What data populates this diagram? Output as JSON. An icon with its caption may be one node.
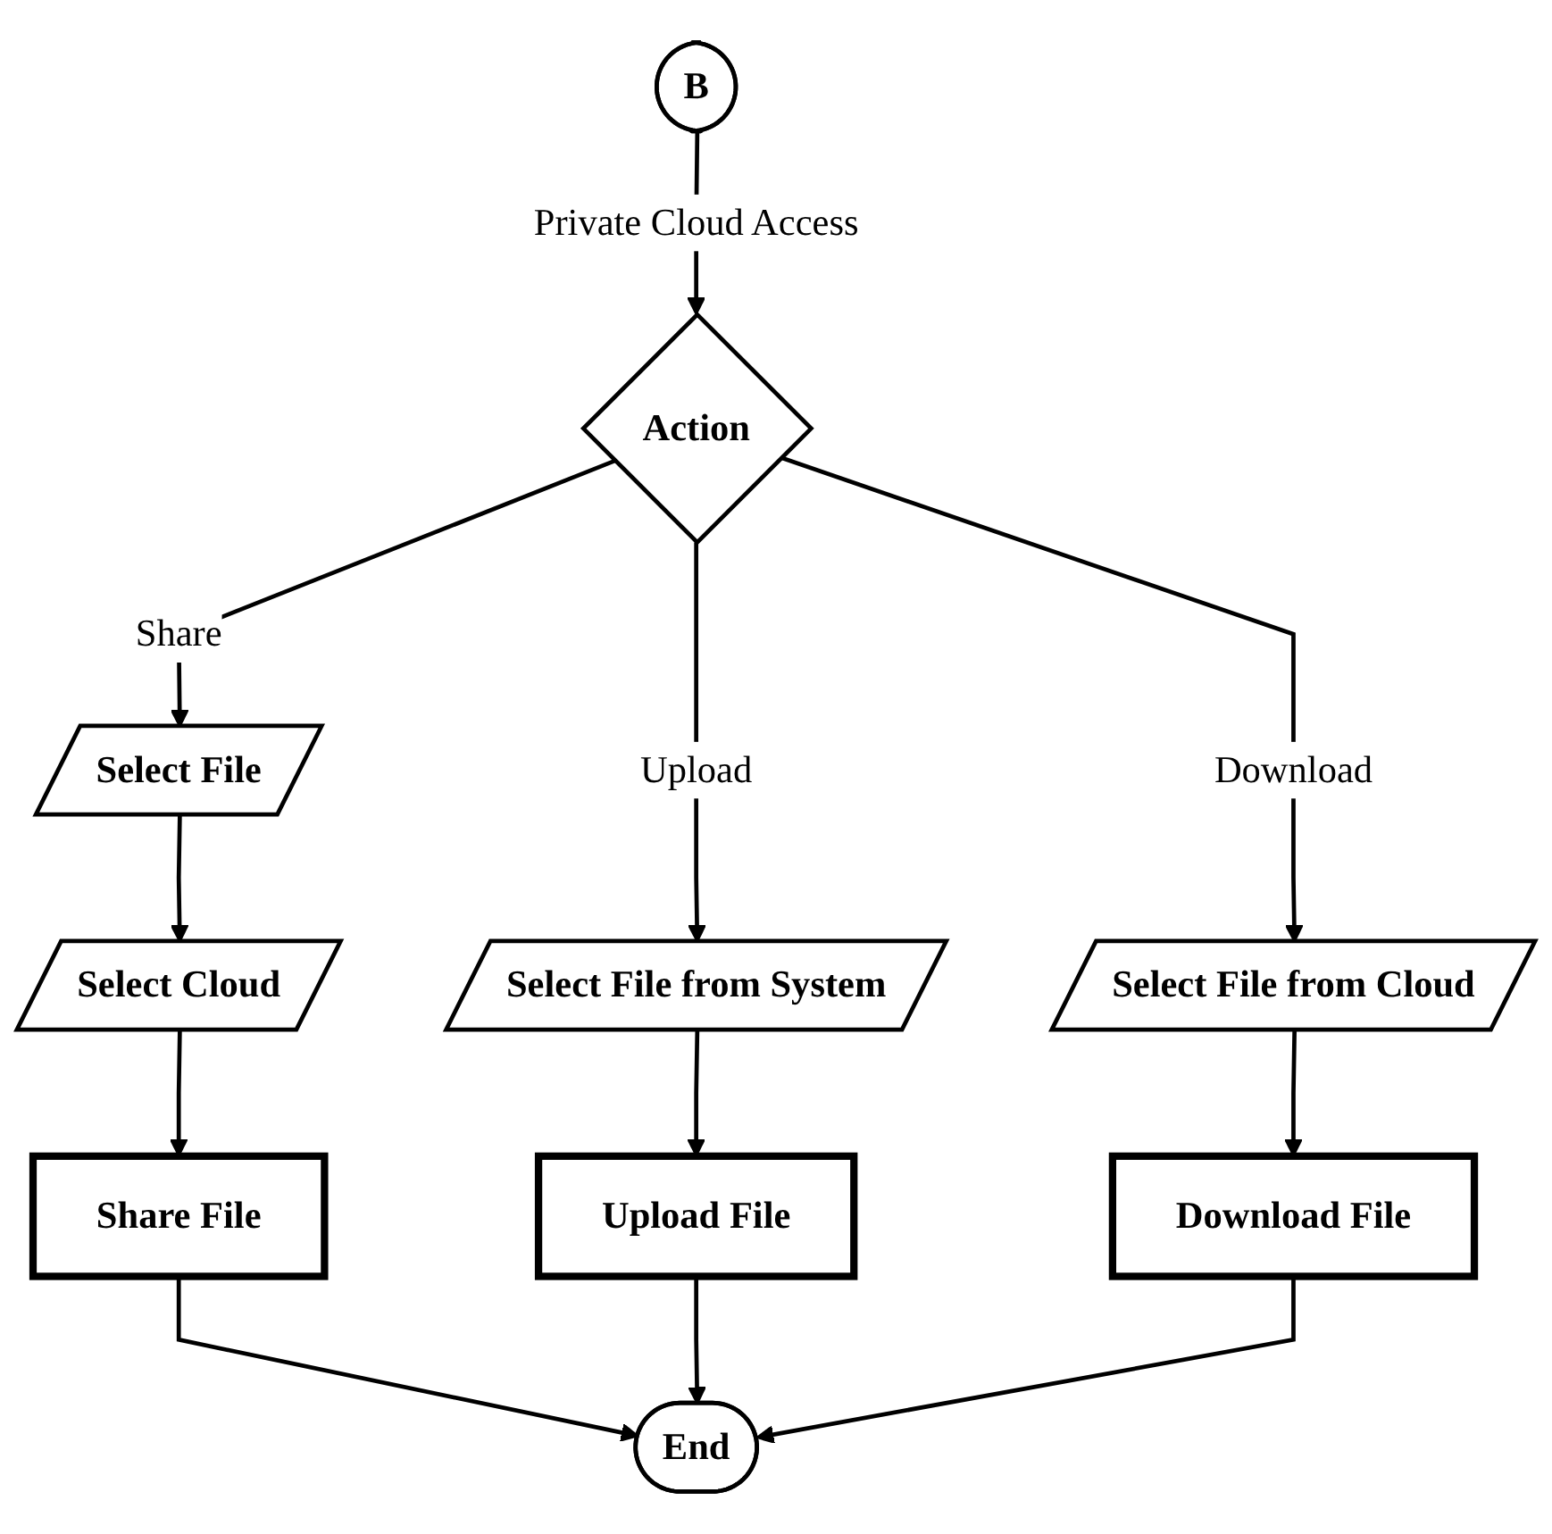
{
  "diagram": {
    "nodes": [
      {
        "text": [
          "B"
        ]
      },
      {
        "text": [
          "Action"
        ]
      },
      {
        "text": [
          "Select File"
        ]
      },
      {
        "text": [
          "Select File from System"
        ]
      },
      {
        "text": [
          "Select File from Cloud"
        ]
      },
      {
        "text": [
          "Select Cloud"
        ]
      },
      {
        "text": [
          "Upload File"
        ]
      },
      {
        "text": [
          "Download File"
        ]
      },
      {
        "text": [
          "Share File"
        ]
      },
      {
        "text": [
          "End"
        ]
      }
    ],
    "edges": [
      {
        "from": 0,
        "to": 1,
        "arrow": "to",
        "label": "Private Cloud Access"
      },
      {
        "from": 1,
        "to": 2,
        "arrow": "to",
        "label": "Share"
      },
      {
        "from": 1,
        "to": 3,
        "arrow": "to",
        "label": "Upload"
      },
      {
        "from": 1,
        "to": 4,
        "arrow": "to",
        "label": "Download"
      },
      {
        "from": 2,
        "to": 5,
        "arrow": "to"
      },
      {
        "from": 3,
        "to": 6,
        "arrow": "to"
      },
      {
        "from": 4,
        "to": 7,
        "arrow": "to"
      },
      {
        "from": 5,
        "to": 8,
        "arrow": "to"
      },
      {
        "from": 8,
        "to": 9,
        "arrow": "to"
      },
      {
        "from": 6,
        "to": 9,
        "arrow": "to"
      },
      {
        "from": 7,
        "to": 9,
        "arrow": "to"
      }
    ]
  }
}
